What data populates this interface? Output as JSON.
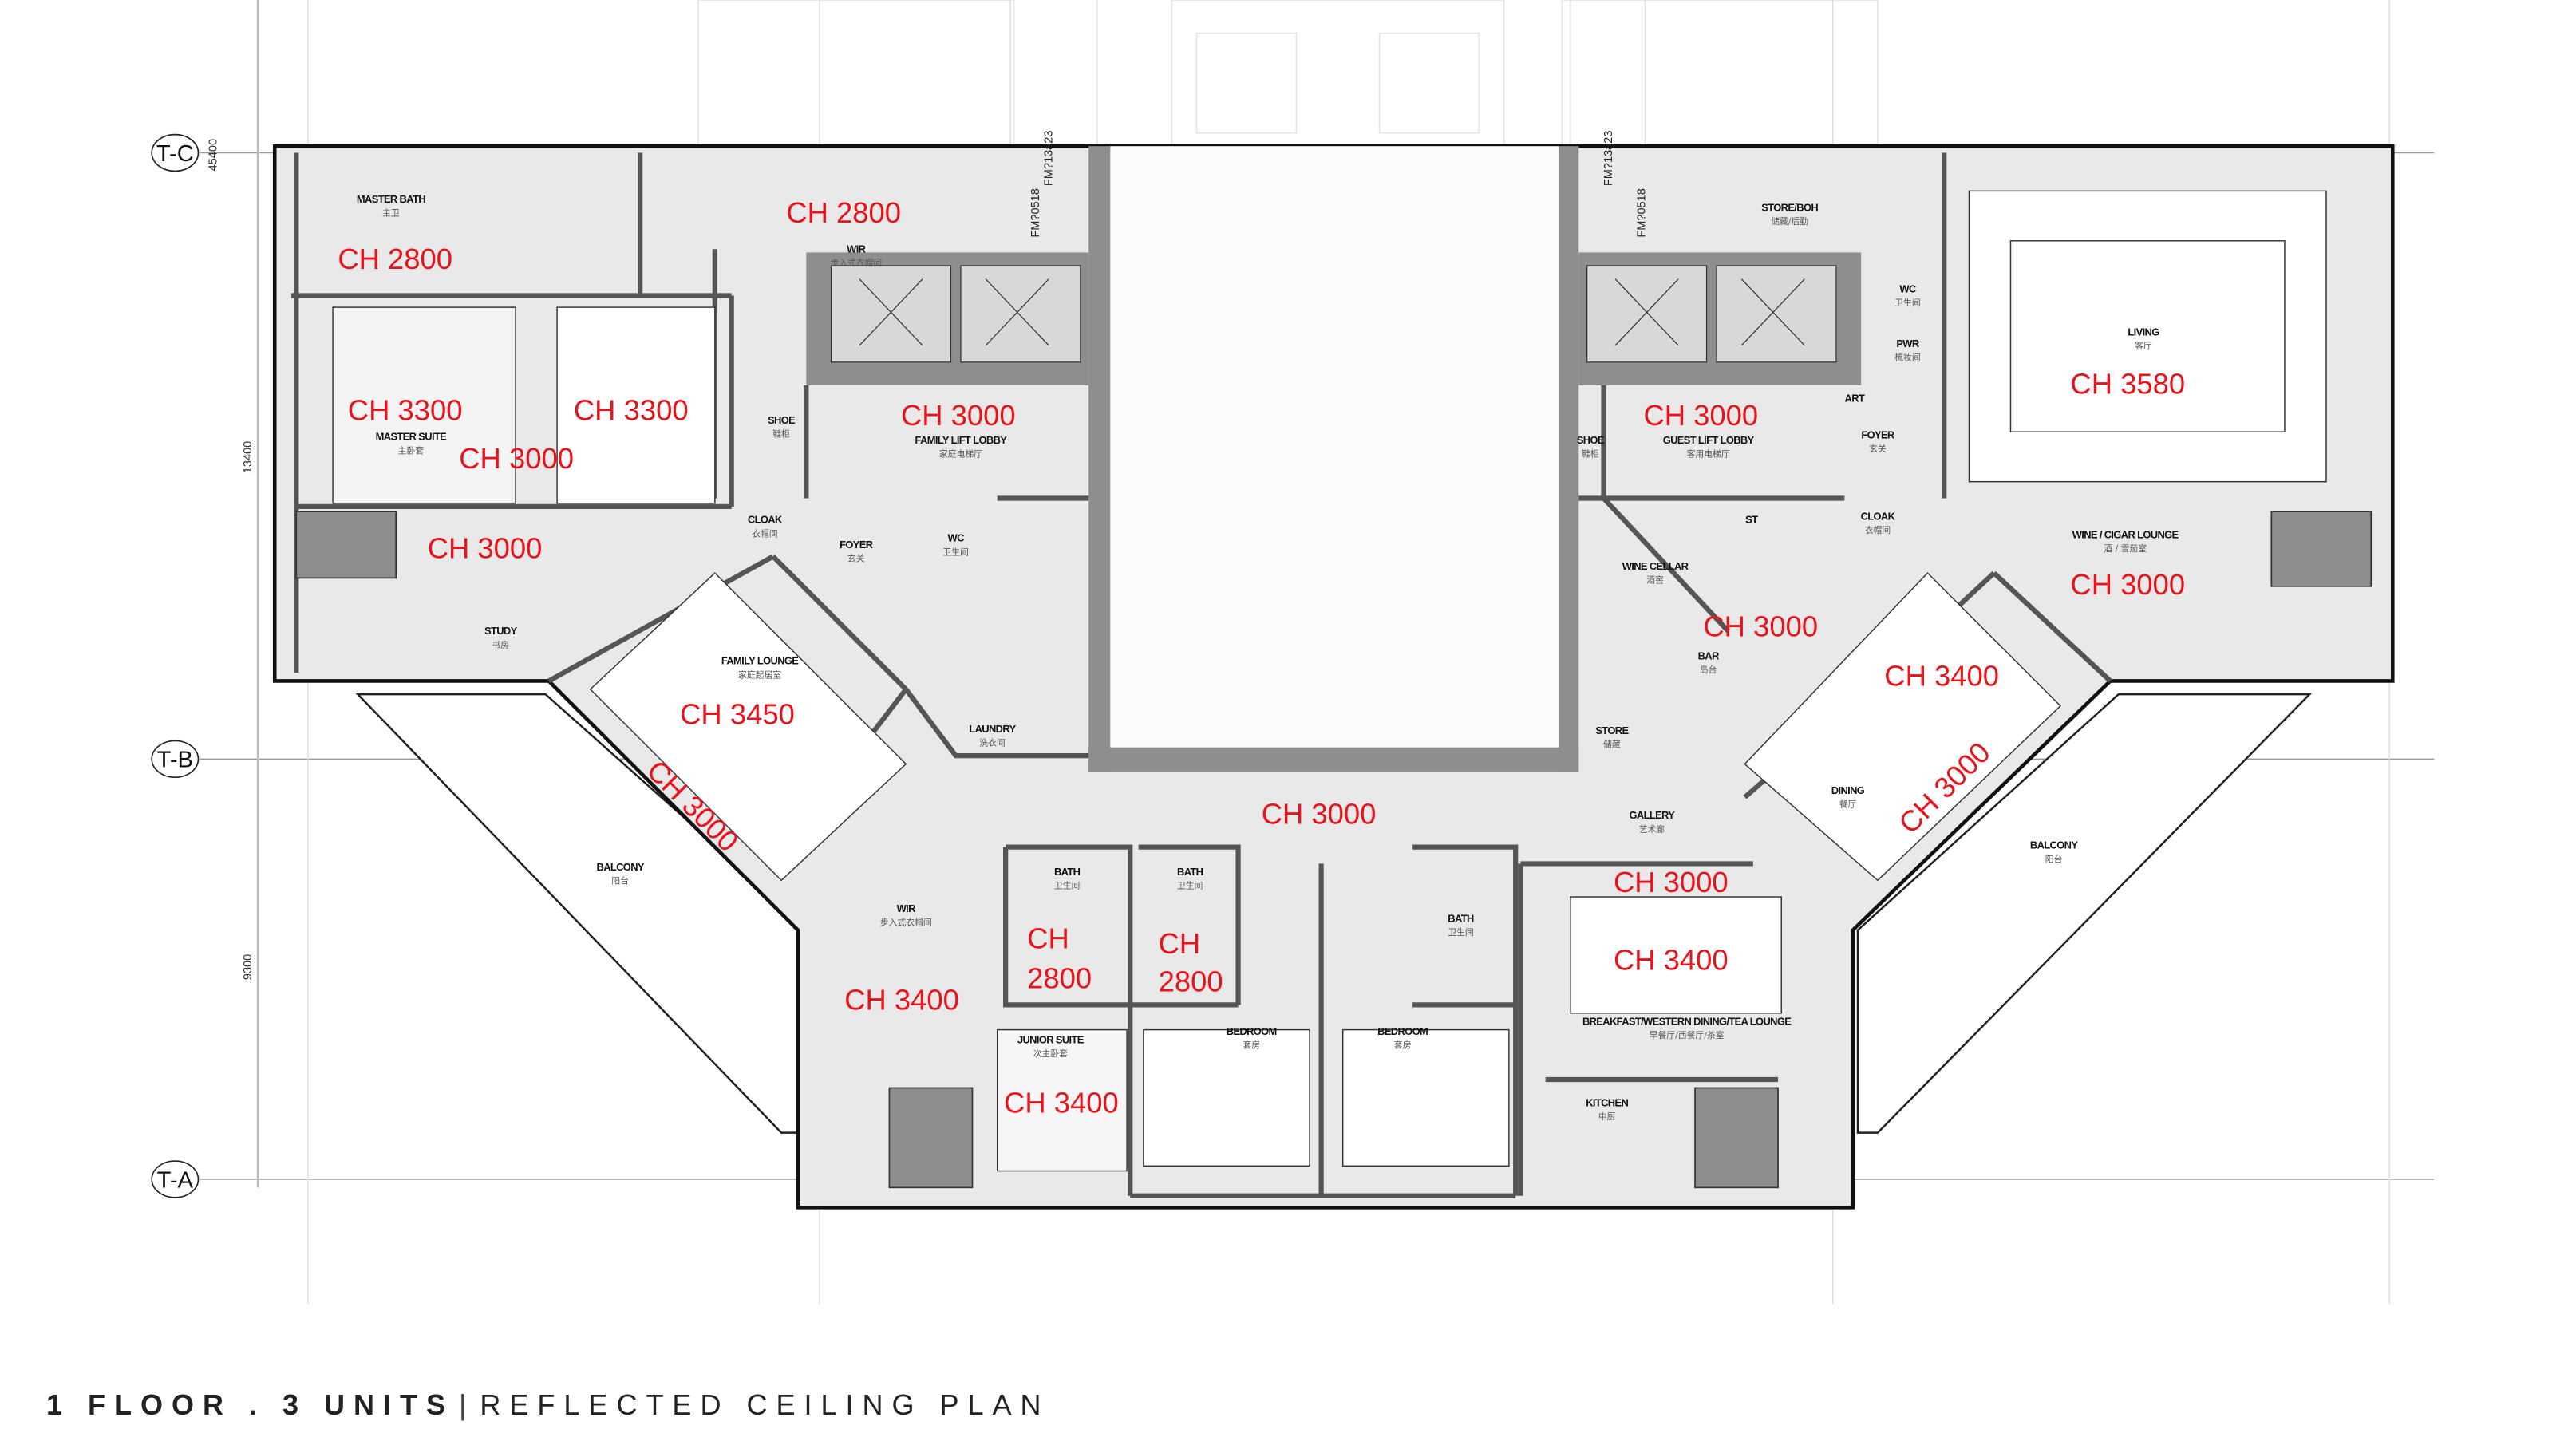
{
  "title": {
    "main": "1 FLOOR . 3 UNITS",
    "separator": "|",
    "subtitle": "REFLECTED CEILING PLAN"
  },
  "grid_axes": [
    "T-C",
    "T-B",
    "T-A"
  ],
  "dimensions": {
    "overall": "45400",
    "upper": "13400",
    "lower": "9300"
  },
  "fm_tags": [
    "FM?0518",
    "FM?13a23",
    "FM?0518",
    "FM?13a23"
  ],
  "rooms": [
    {
      "name": "MASTER BATH",
      "cn": "主卫"
    },
    {
      "name": "WIR",
      "cn": "步入式衣帽间"
    },
    {
      "name": "MASTER SUITE",
      "cn": "主卧套"
    },
    {
      "name": "SHOE",
      "cn": "鞋柜"
    },
    {
      "name": "FAMILY LIFT LOBBY",
      "cn": "家庭电梯厅"
    },
    {
      "name": "CLOAK",
      "cn": "衣帽间"
    },
    {
      "name": "FOYER",
      "cn": "玄关"
    },
    {
      "name": "WC",
      "cn": "卫生间"
    },
    {
      "name": "STUDY",
      "cn": "书房"
    },
    {
      "name": "FAMILY LOUNGE",
      "cn": "家庭起居室"
    },
    {
      "name": "LAUNDRY",
      "cn": "洗衣间"
    },
    {
      "name": "BALCONY",
      "cn": "阳台"
    },
    {
      "name": "WIR",
      "cn": "步入式衣帽间"
    },
    {
      "name": "BATH",
      "cn": "卫生间"
    },
    {
      "name": "BATH",
      "cn": "卫生间"
    },
    {
      "name": "JUNIOR SUITE",
      "cn": "次主卧套"
    },
    {
      "name": "BEDROOM",
      "cn": "套房"
    },
    {
      "name": "BEDROOM",
      "cn": "套房"
    },
    {
      "name": "BATH",
      "cn": "卫生间"
    },
    {
      "name": "GALLERY",
      "cn": "艺术廊"
    },
    {
      "name": "BREAKFAST/WESTERN DINING/TEA LOUNGE",
      "cn": "早餐厅/西餐厅/茶室"
    },
    {
      "name": "KITCHEN",
      "cn": "中厨"
    },
    {
      "name": "STORE/BOH",
      "cn": "储藏/后勤"
    },
    {
      "name": "WC",
      "cn": "卫生间"
    },
    {
      "name": "PWR",
      "cn": "梳妆间"
    },
    {
      "name": "LIVING",
      "cn": "客厅"
    },
    {
      "name": "GUEST LIFT LOBBY",
      "cn": "客用电梯厅"
    },
    {
      "name": "SHOE",
      "cn": "鞋柜"
    },
    {
      "name": "ART",
      "cn": ""
    },
    {
      "name": "FOYER",
      "cn": "玄关"
    },
    {
      "name": "CLOAK",
      "cn": "衣帽间"
    },
    {
      "name": "ST",
      "cn": ""
    },
    {
      "name": "WINE CELLAR",
      "cn": "酒窖"
    },
    {
      "name": "BAR",
      "cn": "岛台"
    },
    {
      "name": "STORE",
      "cn": "储藏"
    },
    {
      "name": "WINE / CIGAR LOUNGE",
      "cn": "酒 / 雪茄室"
    },
    {
      "name": "DINING",
      "cn": "餐厅"
    },
    {
      "name": "BALCONY",
      "cn": "阳台"
    }
  ],
  "ceiling_heights": [
    "CH 2800",
    "CH 2800",
    "CH 3300",
    "CH 3300",
    "CH 3000",
    "CH 3000",
    "CH 3000",
    "CH 3450",
    "CH 3000",
    "CH 3000",
    "CH",
    "2800",
    "CH",
    "2800",
    "CH 3400",
    "CH 3400",
    "CH 3000",
    "CH 3400",
    "CH 3000",
    "CH 3580",
    "CH 3000",
    "CH 3400",
    "CH 3000",
    "CH 3000"
  ],
  "colors": {
    "ceiling_label": "#e8131b",
    "wall": "#8e8e8e",
    "floor": "#e9e9e9",
    "line": "#222222"
  }
}
